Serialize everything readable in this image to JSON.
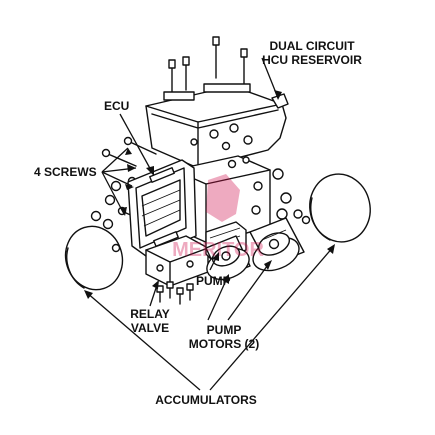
{
  "labels": {
    "reservoir_line1": "DUAL CIRCUIT",
    "reservoir_line2": "HCU RESERVOIR",
    "ecu": "ECU",
    "screws": "4 SCREWS",
    "pump": "PUMP",
    "relay_line1": "RELAY",
    "relay_line2": "VALVE",
    "pump_motors_line1": "PUMP",
    "pump_motors_line2": "MOTORS (2)",
    "accumulators": "ACCUMULATORS"
  },
  "watermark": "MERITOR",
  "colors": {
    "line": "#111111",
    "background": "#ffffff",
    "watermark": "#d0104c"
  }
}
